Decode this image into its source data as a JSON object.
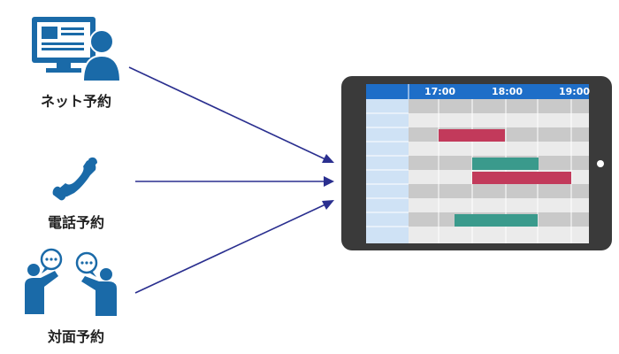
{
  "sources": [
    {
      "label": "ネット予約",
      "icon": "computer-person-icon"
    },
    {
      "label": "電話予約",
      "icon": "phone-icon"
    },
    {
      "label": "対面予約",
      "icon": "face-to-face-conversation-icon"
    }
  ],
  "tablet": {
    "icon": "tablet-icon",
    "times": [
      "17:00",
      "18:00",
      "19:00"
    ],
    "booking_icons": [
      "booking-bar-icon"
    ]
  },
  "colors": {
    "icon_blue": "#1a6aa8",
    "arrow": "#2a2f8f",
    "tablet_frame": "#3a3a3a",
    "header_blue": "#1e6ec8",
    "side_column": "#cfe2f5",
    "row_gray": "#c9c9c9",
    "row_light": "#ebebeb",
    "booking_red": "#c23a5b",
    "booking_teal": "#3a9a8c"
  }
}
